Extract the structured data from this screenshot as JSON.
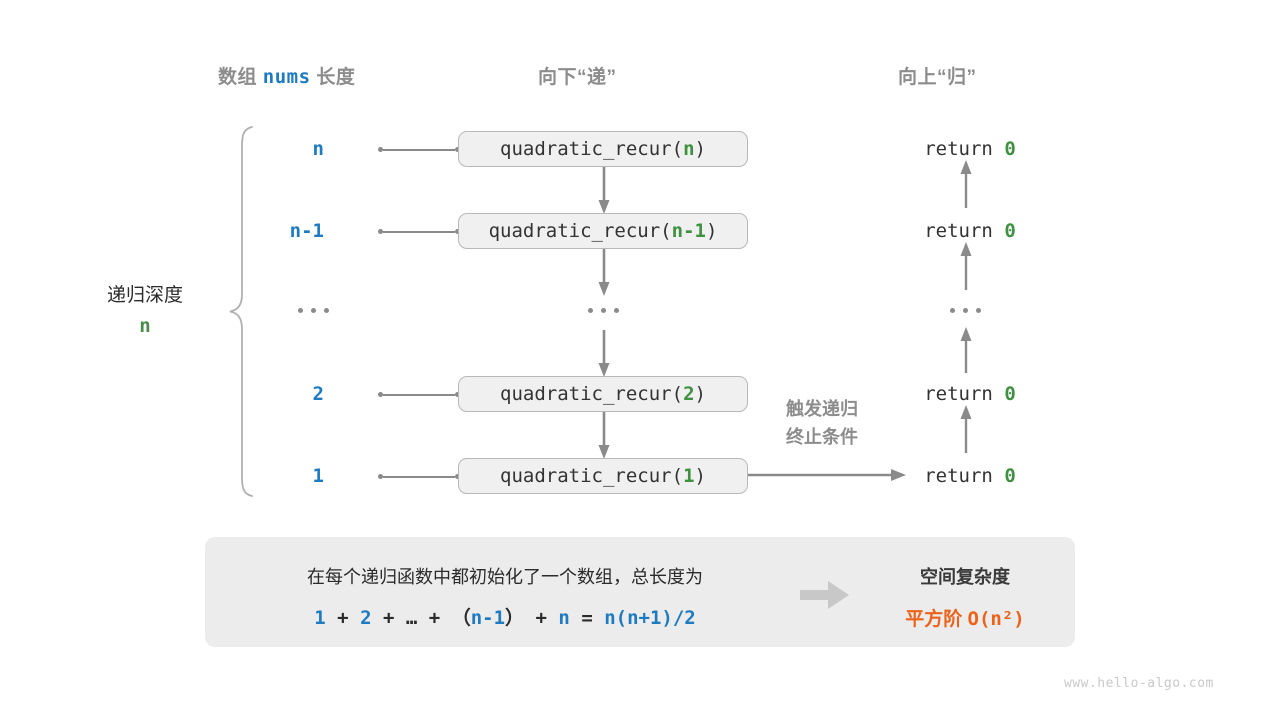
{
  "headers": {
    "left_prefix": "数组",
    "left_code": "nums",
    "left_suffix": "长度",
    "middle": "向下“递”",
    "right": "向上“归”"
  },
  "depth": {
    "label": "递归深度",
    "value": "n"
  },
  "rows": [
    {
      "index": "n",
      "call_prefix": "quadratic_recur(",
      "call_arg": "n",
      "call_suffix": ")",
      "ret_keyword": "return",
      "ret_value": "0",
      "type": "call"
    },
    {
      "index": "n-1",
      "call_prefix": "quadratic_recur(",
      "call_arg": "n-1",
      "call_suffix": ")",
      "ret_keyword": "return",
      "ret_value": "0",
      "type": "call"
    },
    {
      "index": "...",
      "call_prefix": "",
      "call_arg": "",
      "call_suffix": "",
      "ret_keyword": "",
      "ret_value": "",
      "type": "ellipsis"
    },
    {
      "index": "2",
      "call_prefix": "quadratic_recur(",
      "call_arg": "2",
      "call_suffix": ")",
      "ret_keyword": "return",
      "ret_value": "0",
      "type": "call"
    },
    {
      "index": "1",
      "call_prefix": "quadratic_recur(",
      "call_arg": "1",
      "call_suffix": ")",
      "ret_keyword": "return",
      "ret_value": "0",
      "type": "call"
    }
  ],
  "annotation": {
    "line1": "触发递归",
    "line2": "终止条件"
  },
  "summary": {
    "description": "在每个递归函数中都初始化了一个数组，总长度为",
    "formula_parts": [
      {
        "t": "1",
        "c": "blue"
      },
      {
        "t": "+",
        "c": "dark"
      },
      {
        "t": "2",
        "c": "blue"
      },
      {
        "t": "+",
        "c": "dark"
      },
      {
        "t": "…",
        "c": "dark"
      },
      {
        "t": "+",
        "c": "dark"
      },
      {
        "t": "（",
        "c": "paren"
      },
      {
        "t": "n-1",
        "c": "blue"
      },
      {
        "t": "）",
        "c": "paren"
      },
      {
        "t": "+",
        "c": "dark"
      },
      {
        "t": "n",
        "c": "blue"
      },
      {
        "t": "=",
        "c": "dark"
      },
      {
        "t": "n(n+1)/2",
        "c": "blue"
      }
    ],
    "result_title": "空间复杂度",
    "result_prefix": "平方阶",
    "result_notation": "O(n²)"
  },
  "watermark": "www.hello-algo.com",
  "colors": {
    "blue": "#1f7bc1",
    "green": "#3f9141",
    "orange": "#ec6219",
    "gray": "#8c8c8c",
    "box_fill": "#f0f0f0",
    "panel_fill": "#ececec"
  }
}
